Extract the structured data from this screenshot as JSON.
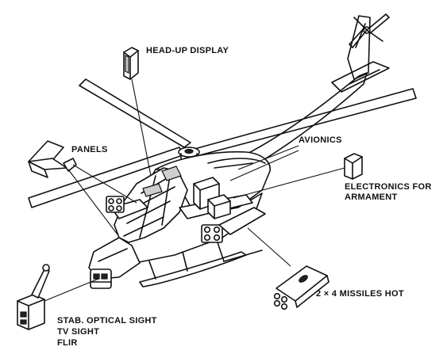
{
  "labels": {
    "hud": "HEAD-UP DISPLAY",
    "panels": "PANELS",
    "avionics": "AVIONICS",
    "electronics_line1": "ELECTRONICS FOR",
    "electronics_line2": "ARMAMENT",
    "missiles": "2 × 4 MISSILES HOT",
    "sight_line1": "STAB. OPTICAL SIGHT",
    "sight_line2": "TV SIGHT",
    "sight_line3": "FLIR"
  },
  "colors": {
    "ink": "#111111",
    "background": "#ffffff"
  }
}
